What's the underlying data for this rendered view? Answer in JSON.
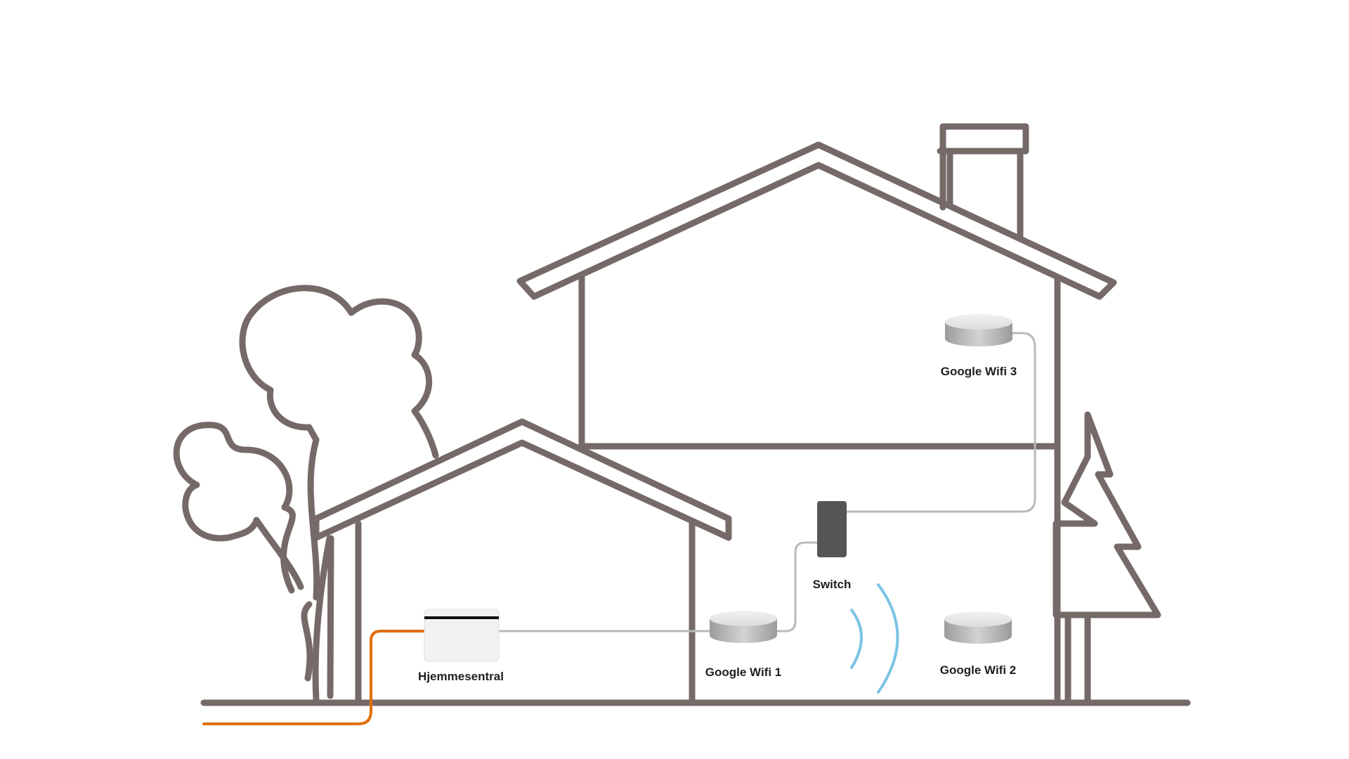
{
  "labels": {
    "hjemmesentral": "Hjemmesentral",
    "wifi1": "Google Wifi 1",
    "wifi2": "Google Wifi 2",
    "wifi3": "Google Wifi 3",
    "switch": "Switch"
  },
  "colors": {
    "outline": "#756a68",
    "fiber": "#e0700f",
    "ethernet": "#b9b9b9",
    "wireless_signal": "#7cc3e5",
    "switch_body": "#555555",
    "device_light": "#e6e6e6"
  },
  "icons": {
    "router": "hjemmesentral-router-icon",
    "wifi_puck": "google-wifi-puck-icon",
    "switch": "network-switch-icon",
    "signal": "wireless-signal-icon"
  }
}
